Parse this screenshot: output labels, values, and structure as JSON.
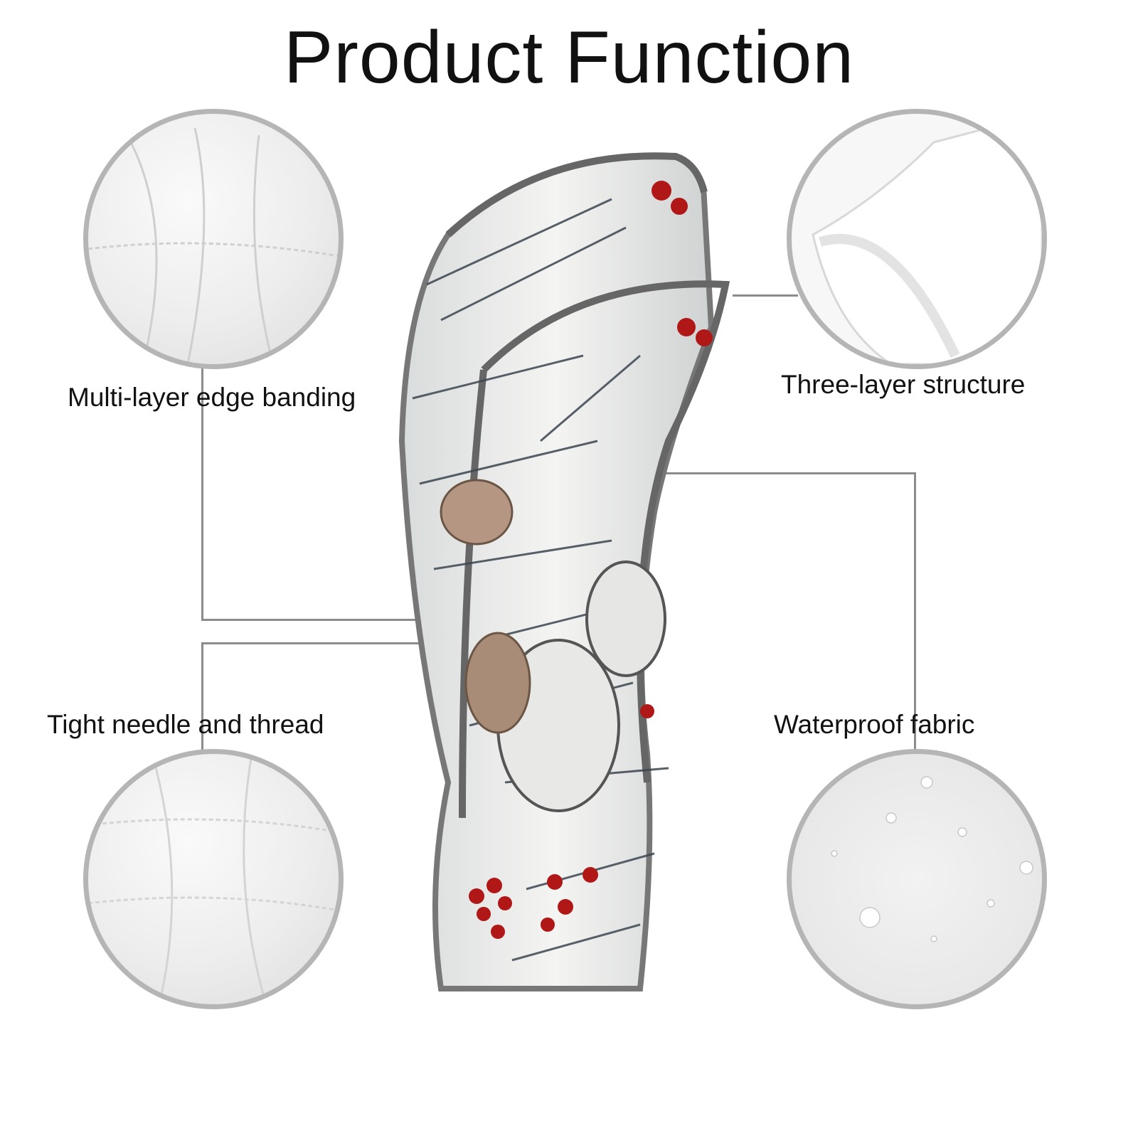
{
  "title": "Product Function",
  "features": [
    {
      "label": "Multi-layer edge banding",
      "icon": "edge-banding-closeup"
    },
    {
      "label": "Three-layer structure",
      "icon": "layer-structure-closeup"
    },
    {
      "label": "Tight needle and thread",
      "icon": "stitching-closeup"
    },
    {
      "label": "Waterproof fabric",
      "icon": "water-droplets-closeup"
    }
  ],
  "colors": {
    "border": "#b5b5b5",
    "line": "#8c8c8c",
    "berry": "#b01818",
    "pine": "#3c4650"
  }
}
